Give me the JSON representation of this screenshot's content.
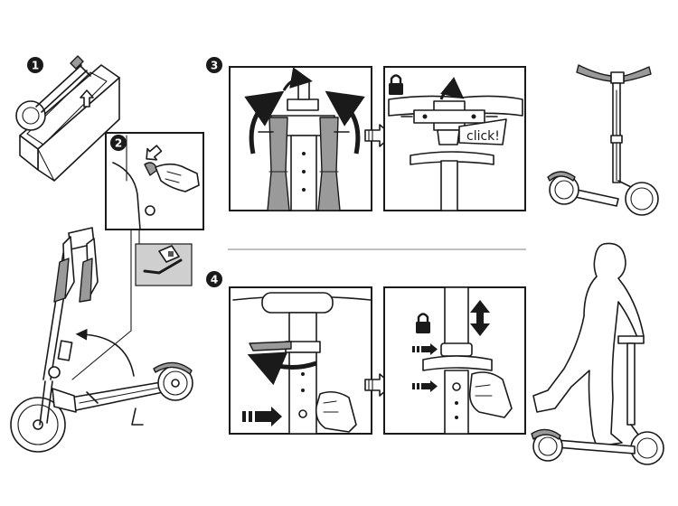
{
  "steps": [
    {
      "number": "1"
    },
    {
      "number": "2"
    },
    {
      "number": "3"
    },
    {
      "number": "4"
    }
  ],
  "labels": {
    "click": "click!"
  },
  "icons": {
    "lock": "padlock-icon",
    "rotate": "curved-arrow-icon",
    "push": "double-arrow-icon",
    "updown": "up-down-arrow-icon"
  }
}
